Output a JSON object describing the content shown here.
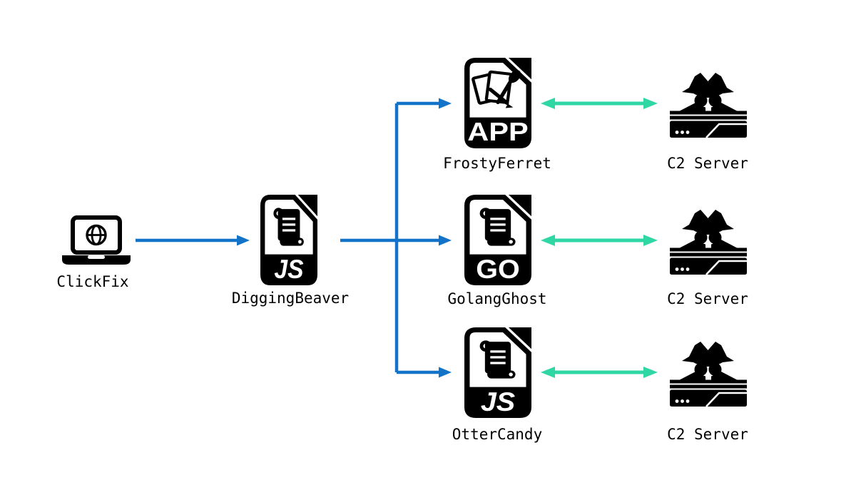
{
  "diagram": {
    "background": "#ffffff",
    "colors": {
      "icon_black": "#000000",
      "label_text": "#000000",
      "delivery_arrow_blue": "#1373c8",
      "c2_arrow_teal": "#2fd7a4"
    },
    "nodes": {
      "clickfix": {
        "label": "ClickFix",
        "icon": "laptop-globe-icon"
      },
      "diggingbeaver": {
        "label": "DiggingBeaver",
        "badge": "JS",
        "icon": "js-script-file-icon"
      },
      "frostyferret": {
        "label": "FrostyFerret",
        "badge": "APP",
        "icon": "app-file-icon"
      },
      "golangghost": {
        "label": "GolangGhost",
        "badge": "GO",
        "icon": "go-script-file-icon"
      },
      "ottercandy": {
        "label": "OtterCandy",
        "badge": "JS",
        "icon": "js-script-file-icon"
      },
      "c2_top": {
        "label": "C2 Server",
        "icon": "spy-server-icon"
      },
      "c2_middle": {
        "label": "C2 Server",
        "icon": "spy-server-icon"
      },
      "c2_bottom": {
        "label": "C2 Server",
        "icon": "spy-server-icon"
      }
    },
    "edges": [
      {
        "from": "ClickFix",
        "to": "DiggingBeaver",
        "direction": "one-way",
        "color": "#1373c8"
      },
      {
        "from": "DiggingBeaver",
        "to": "FrostyFerret",
        "direction": "one-way",
        "color": "#1373c8"
      },
      {
        "from": "DiggingBeaver",
        "to": "GolangGhost",
        "direction": "one-way",
        "color": "#1373c8"
      },
      {
        "from": "DiggingBeaver",
        "to": "OtterCandy",
        "direction": "one-way",
        "color": "#1373c8"
      },
      {
        "from": "FrostyFerret",
        "to": "C2 Server (top)",
        "direction": "two-way",
        "color": "#2fd7a4"
      },
      {
        "from": "GolangGhost",
        "to": "C2 Server (middle)",
        "direction": "two-way",
        "color": "#2fd7a4"
      },
      {
        "from": "OtterCandy",
        "to": "C2 Server (bottom)",
        "direction": "two-way",
        "color": "#2fd7a4"
      }
    ]
  }
}
